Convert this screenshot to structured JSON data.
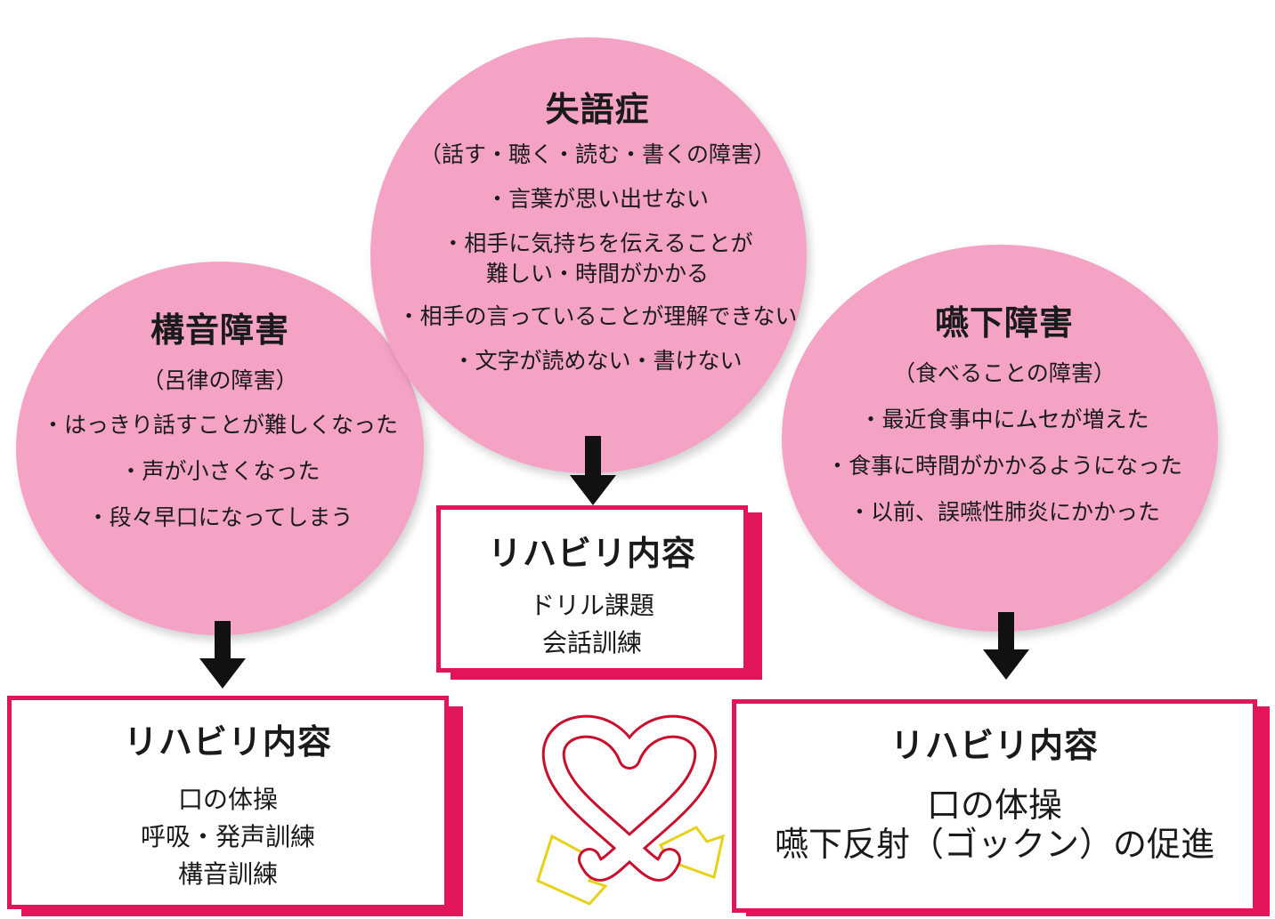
{
  "aphasia": {
    "title": "失語症",
    "subtitle": "（話す・聴く・読む・書くの障害）",
    "items": [
      "・言葉が思い出せない",
      "・相手に気持ちを伝えることが",
      "難しい・時間がかかる",
      "・相手の言っていることが理解できない",
      "・文字が読めない・書けない"
    ]
  },
  "dysarthria": {
    "title": "構音障害",
    "subtitle": "（呂律の障害）",
    "items": [
      "・はっきり話すことが難しくなった",
      "・声が小さくなった",
      "・段々早口になってしまう"
    ]
  },
  "dysphagia": {
    "title": "嚥下障害",
    "subtitle": "（食べることの障害）",
    "items": [
      "・最近食事中にムセが増えた",
      "・食事に時間がかかるようになった",
      "・以前、誤嚥性肺炎にかかった"
    ]
  },
  "rehab_center": {
    "title": "リハビリ内容",
    "items": [
      "ドリル課題",
      "会話訓練"
    ]
  },
  "rehab_left": {
    "title": "リハビリ内容",
    "items": [
      "口の体操",
      "呼吸・発声訓練",
      "構音訓練"
    ]
  },
  "rehab_right": {
    "title": "リハビリ内容",
    "items": [
      "口の体操",
      "嚥下反射（ゴックン）の促進"
    ]
  },
  "colors": {
    "circle": "#f4a3c4",
    "accent": "#e2155b",
    "ribbon_outline": "#c8102e",
    "ribbon_tail": "#e6d21a"
  }
}
